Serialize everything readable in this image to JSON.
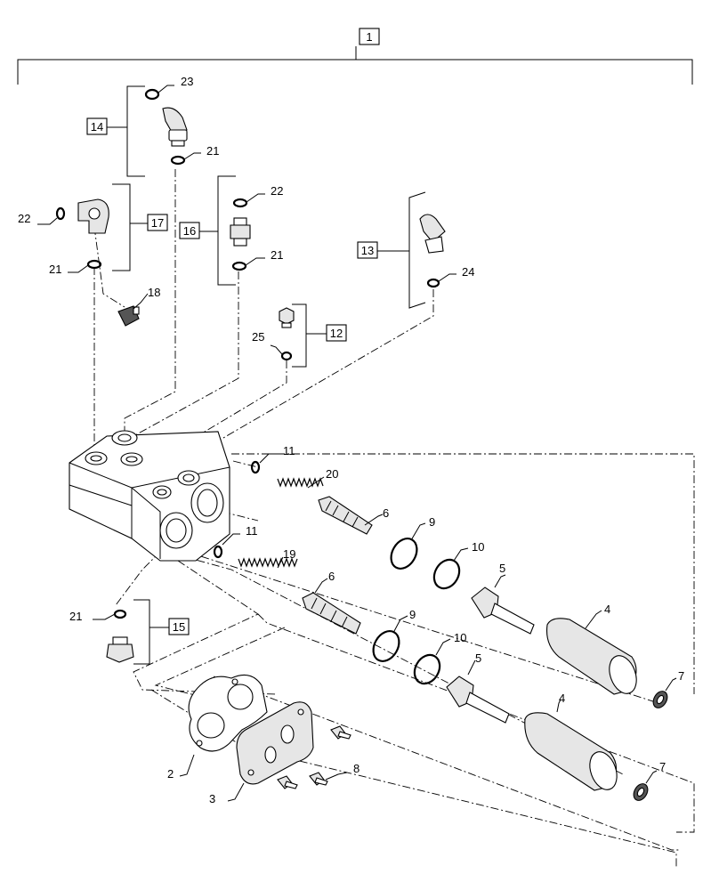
{
  "diagram": {
    "assembly_box": "1",
    "group_boxes": {
      "g12": "12",
      "g13": "13",
      "g14": "14",
      "g15": "15",
      "g16": "16",
      "g17": "17"
    },
    "callouts": {
      "c2": "2",
      "c3": "3",
      "c4a": "4",
      "c4b": "4",
      "c5a": "5",
      "c5b": "5",
      "c6a": "6",
      "c6b": "6",
      "c7a": "7",
      "c7b": "7",
      "c8": "8",
      "c9a": "9",
      "c9b": "9",
      "c10a": "10",
      "c10b": "10",
      "c11a": "11",
      "c11b": "11",
      "c18": "18",
      "c19": "19",
      "c20": "20",
      "c21a": "21",
      "c21b": "21",
      "c21c": "21",
      "c21d": "21",
      "c22a": "22",
      "c22b": "22",
      "c23": "23",
      "c24": "24",
      "c25": "25"
    }
  }
}
